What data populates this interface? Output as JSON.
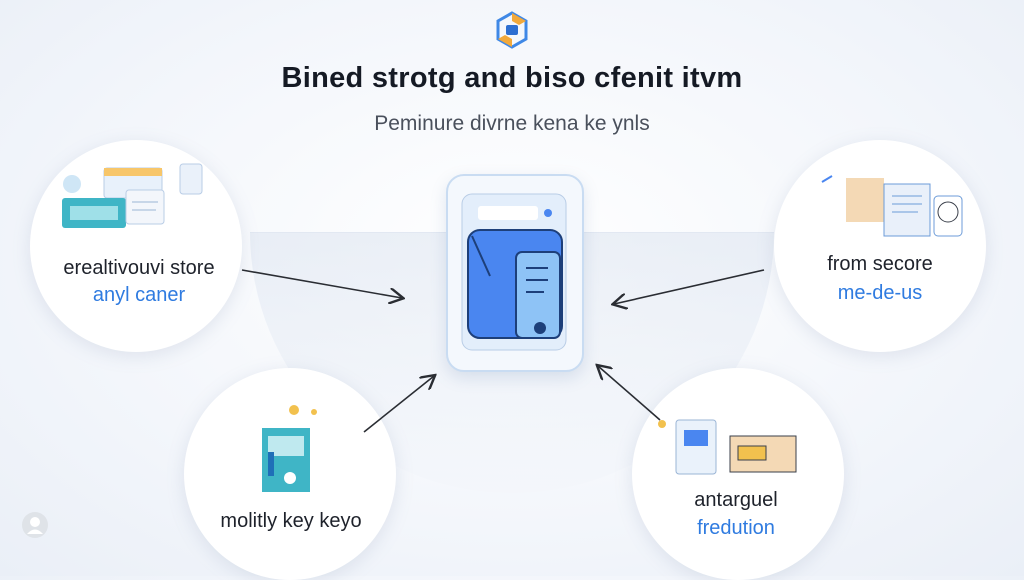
{
  "header": {
    "title": "Bined strotg and biso cfenit itvm",
    "subtitle": "Peminure divrne kena ke ynls"
  },
  "nodes": {
    "top_left": {
      "line1": "erealtivouvi store",
      "line2": "anyl caner"
    },
    "top_right": {
      "line1": "from secore",
      "line2": "me-de-us"
    },
    "bottom_left": {
      "line1": "molitly key keyo"
    },
    "bottom_right": {
      "line1": "antarguel",
      "line2": "fredution"
    }
  },
  "colors": {
    "accent_blue": "#2f7be0",
    "phone_blue": "#4a86f0",
    "teal": "#37b7c3",
    "arrow": "#2a2d33"
  },
  "icons": {
    "logo": "hexagon-logo-icon",
    "center": "phone-wallet-icon",
    "top_left": "dashboard-screens-icon",
    "top_right": "document-screen-icon",
    "bottom_left": "storage-box-icon",
    "bottom_right": "card-reader-icon",
    "corner": "user-avatar-icon"
  }
}
